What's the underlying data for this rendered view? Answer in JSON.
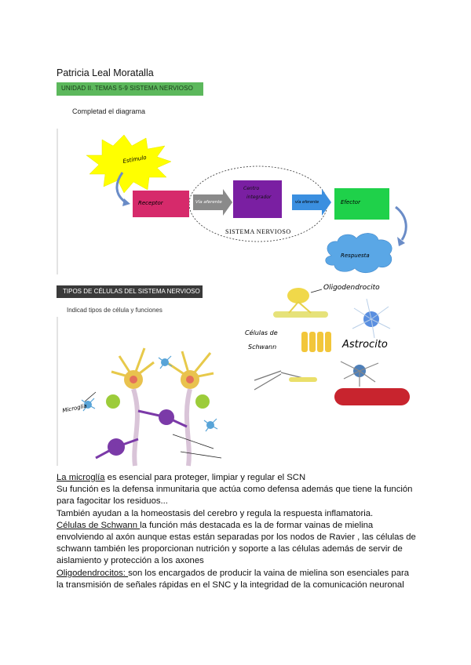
{
  "author": "Patricia Leal Moratalla",
  "unit_banner": "UNIDAD II. TEMAS 5-9 SISTEMA NERVIOSO",
  "instruction_diagram": "Completad el diagrama",
  "diagram": {
    "estimulo": "Estímulo",
    "receptor": "Receptor",
    "via_aferente": "Vía aferente",
    "centro": "Centro integrador",
    "via_eferente": "vía eferente",
    "efector": "Efector",
    "respuesta": "Respuesta",
    "sistema": "SISTEMA NERVIOSO"
  },
  "cells_banner": "TIPOS DE CÉLULAS DEL SISTEMA NERVIOSO",
  "instruction_cells": "Indicad tipos de célula y funciones",
  "cell_labels": {
    "microglia": "Microglía",
    "oligodendrocito": "Oligodendrocito",
    "schwann_line1": "Células de",
    "schwann_line2": "Schwann",
    "astrocito": "Astrocito"
  },
  "paragraphs": {
    "p1_title": "La microglía",
    "p1_text": " es esencial para proteger, limpiar y regular el SCN",
    "p2": "Su función es la defensa inmunitaria que actúa como defensa además que tiene la función para fagocitar los residuos...",
    "p3": "También ayudan a la homeostasis del cerebro y regula la respuesta inflamatoria.",
    "p4_title": "Células de Schwann ",
    "p4_text": "la función más destacada es la de formar vainas de mielina envolviendo al axón aunque estas están separadas por los nodos de Ravier , las células de schwann también les proporcionan nutrición y soporte a las células además de servir de aislamiento y protección a los axones",
    "p5_title": "Oligodendrocitos: ",
    "p5_text": " son los encargados de producir la vaina de mielina son esenciales para la transmisión de señales rápidas en el SNC y la integridad de la comunicación neuronal"
  },
  "colors": {
    "green_banner": "#5cb85c",
    "star_yellow": "#ffff00",
    "receptor_pink": "#d62a6b",
    "centro_purple": "#7a1fa2",
    "efector_green": "#1fd14a",
    "arrow_grey": "#8a8a8a",
    "arrow_blue": "#3b8fe0",
    "cloud_blue": "#5aa7e6"
  }
}
